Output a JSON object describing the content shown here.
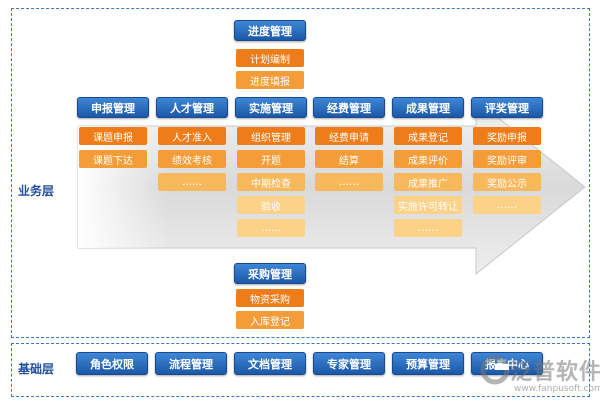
{
  "layers": {
    "business": "业务层",
    "base": "基础层"
  },
  "top_group": {
    "header": "进度管理",
    "items": [
      "计划编制",
      "进度填报"
    ]
  },
  "columns": [
    {
      "header": "申报管理",
      "items": [
        "课题申报",
        "课题下达"
      ]
    },
    {
      "header": "人才管理",
      "items": [
        "人才准入",
        "绩效考核",
        "……"
      ]
    },
    {
      "header": "实施管理",
      "items": [
        "组织管理",
        "开题",
        "中期检查",
        "验收",
        "……"
      ]
    },
    {
      "header": "经费管理",
      "items": [
        "经费申请",
        "结算",
        "……"
      ]
    },
    {
      "header": "成果管理",
      "items": [
        "成果登记",
        "成果评价",
        "成果推广",
        "实施许可转让",
        "……"
      ]
    },
    {
      "header": "评奖管理",
      "items": [
        "奖励申报",
        "奖励评审",
        "奖励公示",
        "……"
      ]
    }
  ],
  "bottom_group": {
    "header": "采购管理",
    "items": [
      "物资采购",
      "入库登记"
    ]
  },
  "base_items": [
    "角色权限",
    "流程管理",
    "文档管理",
    "专家管理",
    "预算管理",
    "报表中心"
  ],
  "watermark": {
    "text": "泛普软件",
    "url": "www.fanpusoft.com"
  },
  "colors": {
    "header_blue": "#1c58a8",
    "orange_1": "#ee7d19",
    "orange_2": "#f49c38",
    "orange_3": "#f8b85c",
    "orange_4": "#fbd288"
  }
}
